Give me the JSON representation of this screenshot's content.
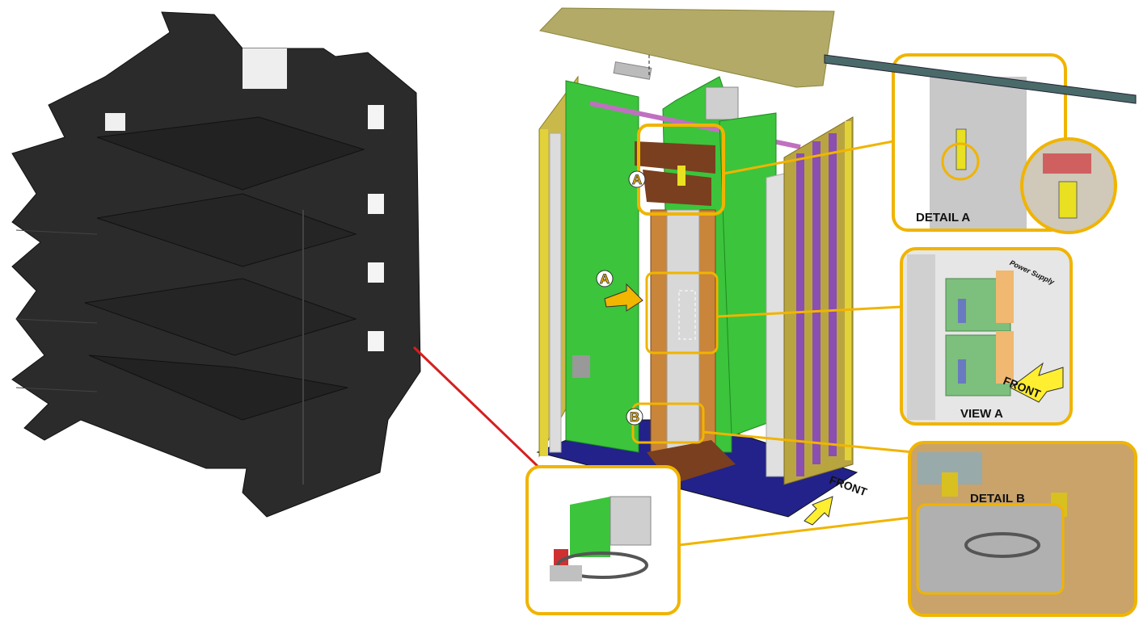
{
  "colors": {
    "callout": "#f0b400",
    "rack": "#2b2b2b",
    "board_green": "#3cc43c",
    "panel_purple": "#8a4fb0",
    "base_navy": "#22228a",
    "carriage_brown": "#7a3f1e",
    "top_panel": "#b2aa66",
    "leader_red": "#d42020"
  },
  "callouts": {
    "detail_a_label": "DETAIL A",
    "view_a_label": "VIEW A",
    "view_a_front": "FRONT",
    "power_supply": "Power Supply",
    "detail_b_label": "DETAIL B",
    "cabinet_front": "FRONT"
  },
  "markers": {
    "a1": "A",
    "a2": "A",
    "b": "B"
  }
}
